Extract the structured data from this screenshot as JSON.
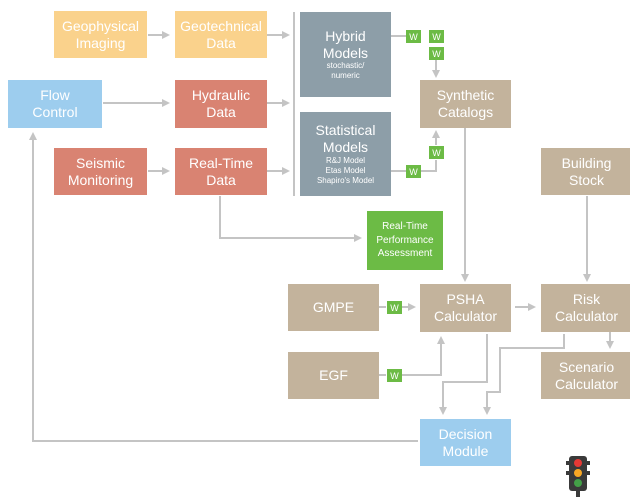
{
  "colors": {
    "imaging": "#fad28c",
    "monitoring": "#d98372",
    "control": "#9dcdee",
    "models": "#8d9ea8",
    "calculators": "#c3b39c",
    "assessment": "#6cbb45",
    "arrows": "#c4c4c4"
  },
  "nodes": {
    "geophysical": [
      "Geophysical",
      "Imaging"
    ],
    "geotechnical": [
      "Geotechnical",
      "Data"
    ],
    "flow_control": [
      "Flow",
      "Control"
    ],
    "hydraulic": [
      "Hydraulic",
      "Data"
    ],
    "seismic": [
      "Seismic",
      "Monitoring"
    ],
    "realtime": [
      "Real-Time",
      "Data"
    ],
    "hybrid": {
      "title": "Hybrid",
      "title2": "Models",
      "sub1": "stochastic/",
      "sub2": "numeric"
    },
    "statistical": {
      "title": "Statistical",
      "title2": "Models",
      "sub1": "R&J Model",
      "sub2": "Etas Model",
      "sub3": "Shapiro's Model"
    },
    "synthetic": [
      "Synthetic",
      "Catalogs"
    ],
    "building": [
      "Building",
      "Stock"
    ],
    "performance": [
      "Real-Time",
      "Performance",
      "Assessment"
    ],
    "gmpe": "GMPE",
    "psha": [
      "PSHA",
      "Calculator"
    ],
    "risk": [
      "Risk",
      "Calculator"
    ],
    "egf": "EGF",
    "scenario": [
      "Scenario",
      "Calculator"
    ],
    "decision": [
      "Decision",
      "Module"
    ]
  },
  "w_label": "W",
  "icons": {
    "traffic_light": "traffic-light-icon"
  }
}
